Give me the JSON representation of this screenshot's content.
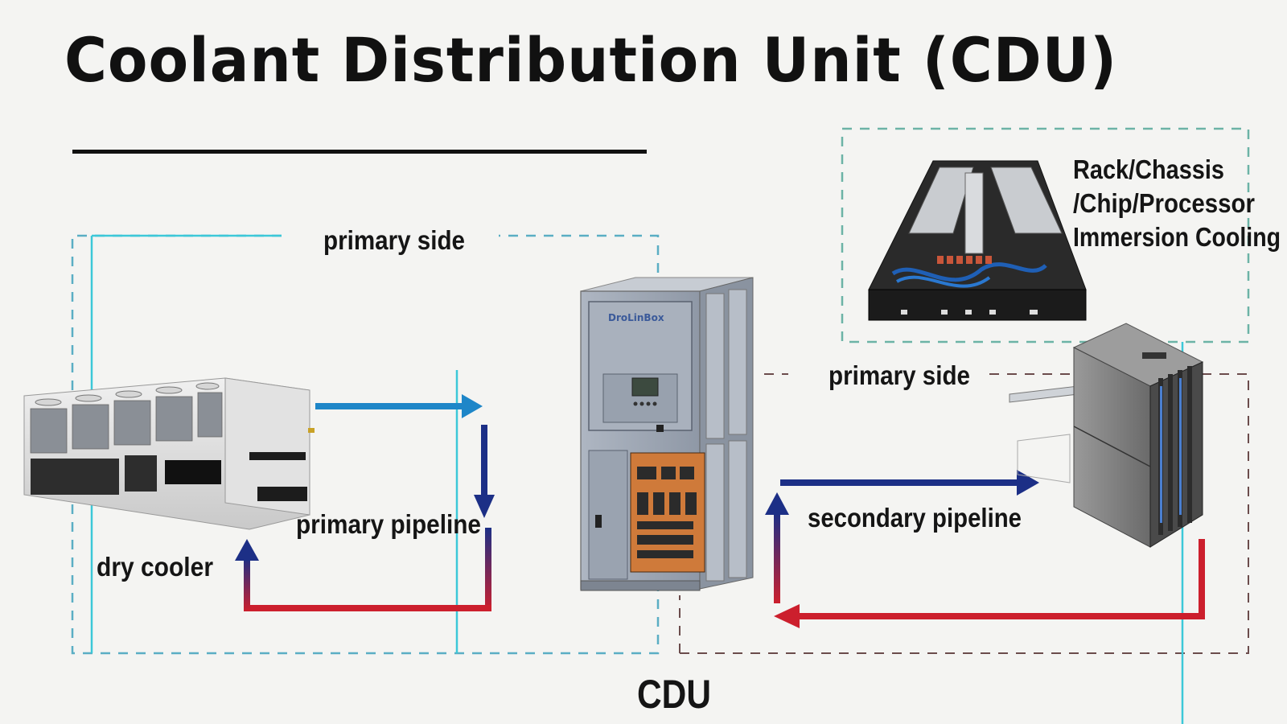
{
  "title": "Coolant Distribution Unit (CDU)",
  "labels": {
    "primary_side_left": "primary side",
    "primary_side_right": "primary side",
    "primary_pipeline": "primary pipeline",
    "dry_cooler": "dry cooler",
    "secondary_pipeline": "secondary pipeline",
    "cdu": "CDU",
    "cabinet_brand": "DroLinBox",
    "rack_lines": [
      "Rack/Chassis",
      "/Chip/Processor",
      "Immersion Cooling"
    ]
  },
  "colors": {
    "cold_flow": "#1e86c8",
    "return_flow_blue": "#1c2f86",
    "return_flow_red": "#cc1f2d",
    "primary_boundary": "#5aaec4",
    "secondary_boundary": "#6b4c4c",
    "rack_boundary": "#6cb3a6",
    "cyan_line": "#3cc8d8"
  }
}
